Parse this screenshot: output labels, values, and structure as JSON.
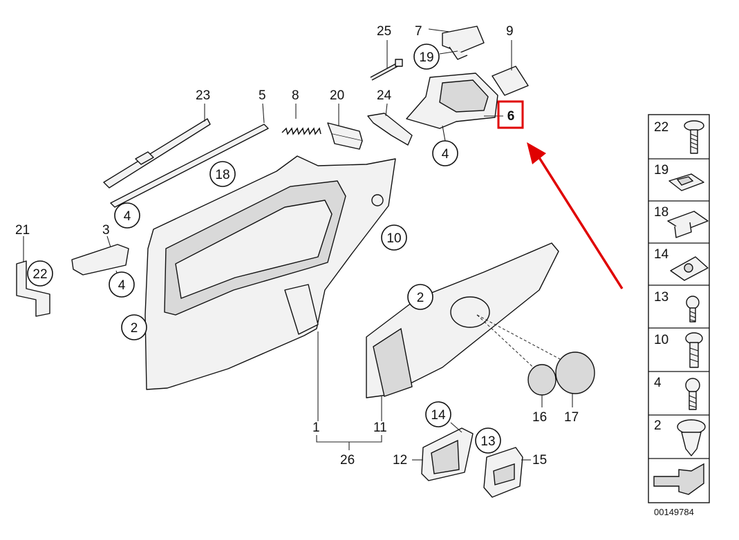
{
  "callouts": {
    "c1": "1",
    "c2a": "2",
    "c2b": "2",
    "c3": "3",
    "c4a": "4",
    "c4b": "4",
    "c4c": "4",
    "c5": "5",
    "c6": "6",
    "c7": "7",
    "c8": "8",
    "c9": "9",
    "c10": "10",
    "c11": "11",
    "c12": "12",
    "c13": "13",
    "c14": "14",
    "c15": "15",
    "c16": "16",
    "c17": "17",
    "c18": "18",
    "c19": "19",
    "c20": "20",
    "c21": "21",
    "c22": "22",
    "c23": "23",
    "c24": "24",
    "c25": "25",
    "c26": "26"
  },
  "legend": {
    "items": [
      "22",
      "19",
      "18",
      "14",
      "13",
      "10",
      "4",
      "2"
    ]
  },
  "diagram_number": "00149784",
  "highlight": {
    "part": "6",
    "color": "#e00000"
  }
}
